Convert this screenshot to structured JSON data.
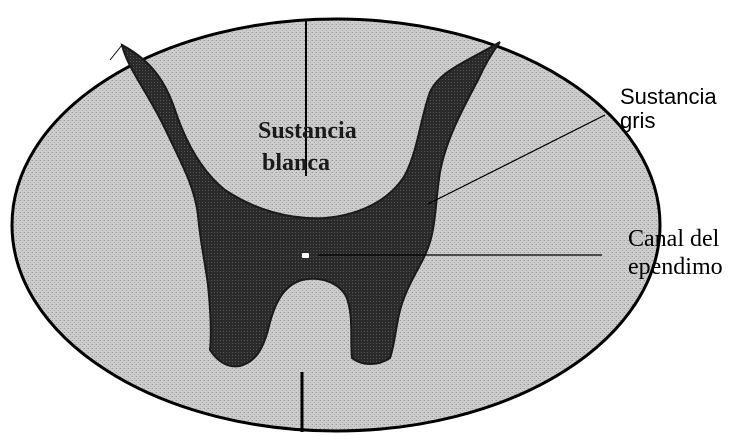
{
  "labels": {
    "white_matter_line1": "Sustancia",
    "white_matter_line2": "blanca",
    "gray_matter_line1": "Sustancia",
    "gray_matter_line2": "gris",
    "canal_line1": "Canal del",
    "canal_line2": "ependimo"
  },
  "colors": {
    "white_matter": "#c9c9c9",
    "white_matter_texture": "#a8a8a8",
    "gray_matter": "#2e2e2e",
    "gray_matter_edge": "#4a4a4a",
    "outline": "#000000",
    "canal": "#ffffff",
    "background": "#ffffff"
  }
}
